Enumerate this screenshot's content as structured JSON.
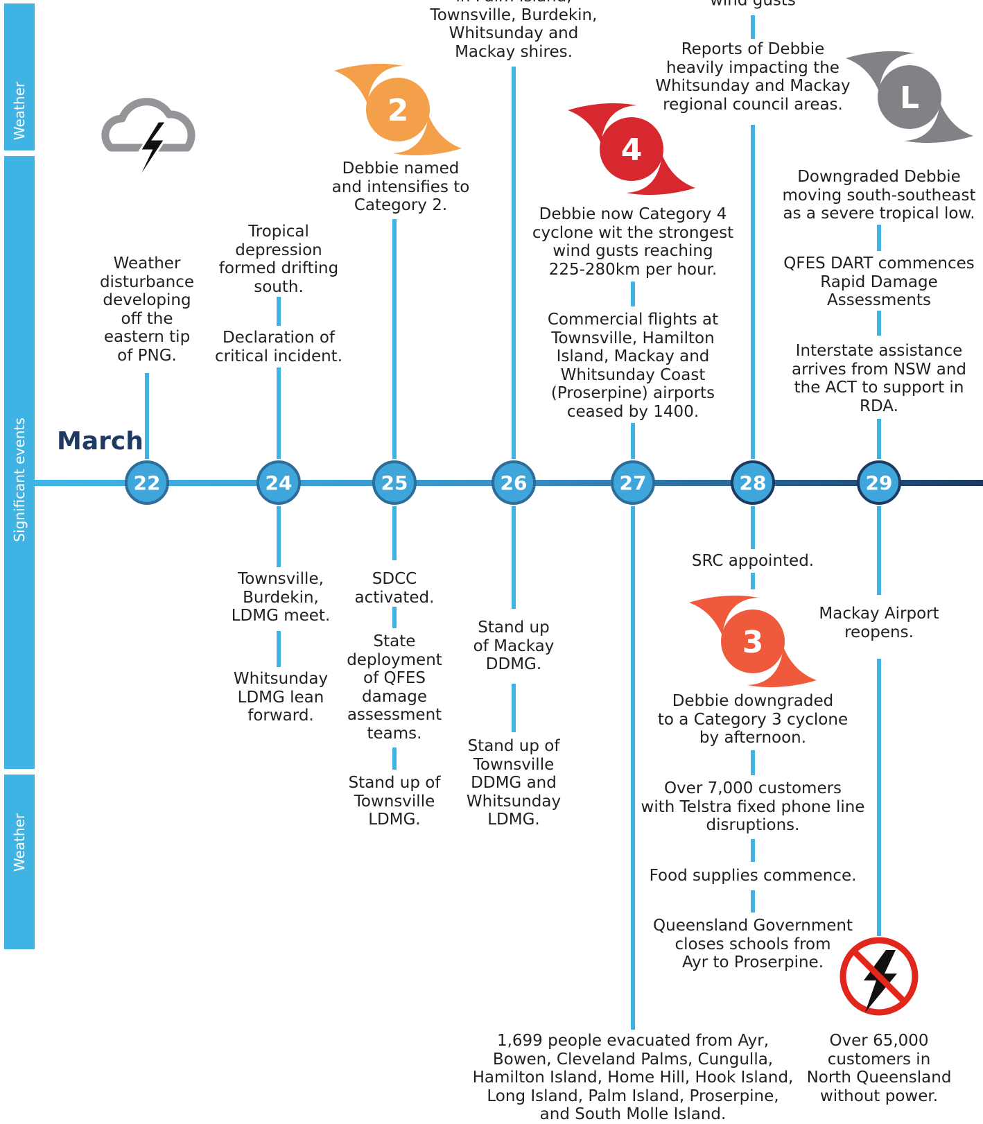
{
  "side_labels": {
    "top": "Weather",
    "middle": "Significant events",
    "bottom": "Weather"
  },
  "month": "March",
  "days": [
    "22",
    "24",
    "25",
    "26",
    "27",
    "28",
    "29"
  ],
  "cyclone_categories": {
    "cat2": "2",
    "cat4": "4",
    "cat3": "3",
    "low": "L"
  },
  "above": {
    "d22": "Weather\ndisturbance\ndeveloping\noff the\neastern tip\nof PNG.",
    "d24_1": "Tropical\ndepression\nformed drifting\nsouth.",
    "d24_2": "Declaration of\ncritical incident.",
    "d25": "Debbie named\nand intensifies to\nCategory 2.",
    "d26": "in Palm Island,\nTownsville, Burdekin,\nWhitsunday and\nMackay shires.",
    "d27_1": "Debbie now Category 4\ncyclone wit the strongest\nwind gusts reaching\n225-280km per hour.",
    "d27_2": "Commercial flights at\nTownsville, Hamilton\nIsland, Mackay and\nWhitsunday Coast\n(Proserpine) airports\nceased by 1400.",
    "d28_1": "wind gusts",
    "d28_2": "Reports of Debbie\nheavily impacting the\nWhitsunday and Mackay\nregional council areas.",
    "d29_1": "Downgraded Debbie\nmoving south-southeast\nas a severe tropical low.",
    "d29_2": "QFES DART commences\nRapid Damage\nAssessments",
    "d29_3": "Interstate assistance\narrives from NSW and\nthe ACT to support in\nRDA."
  },
  "below": {
    "d24_1": "Townsville,\nBurdekin,\nLDMG meet.",
    "d24_2": "Whitsunday\nLDMG lean\nforward.",
    "d25_1": "SDCC\nactivated.",
    "d25_2": "State\ndeployment\nof QFES\ndamage\nassessment\nteams.",
    "d25_3": "Stand up of\nTownsville\nLDMG.",
    "d26_1": "Stand up\nof Mackay\nDDMG.",
    "d26_2": "Stand up of\nTownsville\nDDMG and\nWhitsunday\nLDMG.",
    "d27": "1,699 people evacuated from Ayr,\nBowen, Cleveland Palms, Cungulla,\nHamilton Island, Home Hill, Hook Island,\nLong Island, Palm Island, Proserpine,\nand South Molle Island.",
    "d28_1": "SRC appointed.",
    "d28_2": "Debbie downgraded\nto a Category 3 cyclone\nby afternoon.",
    "d28_3": "Over 7,000 customers\nwith Telstra fixed phone line\ndisruptions.",
    "d28_4": "Food supplies commence.",
    "d28_5": "Queensland Government\ncloses schools from\nAyr to Proserpine.",
    "d29_1": "Mackay Airport\nreopens.",
    "d29_2": "Over 65,000\ncustomers in\nNorth Queensland\nwithout power."
  },
  "colors": {
    "accent": "#3fb3e4",
    "cat2": "#f4a04a",
    "cat4": "#d7282f",
    "cat3": "#ef5a3c",
    "low": "#808285",
    "month": "#1f3b63"
  },
  "icons": [
    "storm-cloud-icon",
    "cyclone-category-2-icon",
    "cyclone-category-4-icon",
    "cyclone-category-3-icon",
    "tropical-low-icon",
    "no-power-icon"
  ]
}
